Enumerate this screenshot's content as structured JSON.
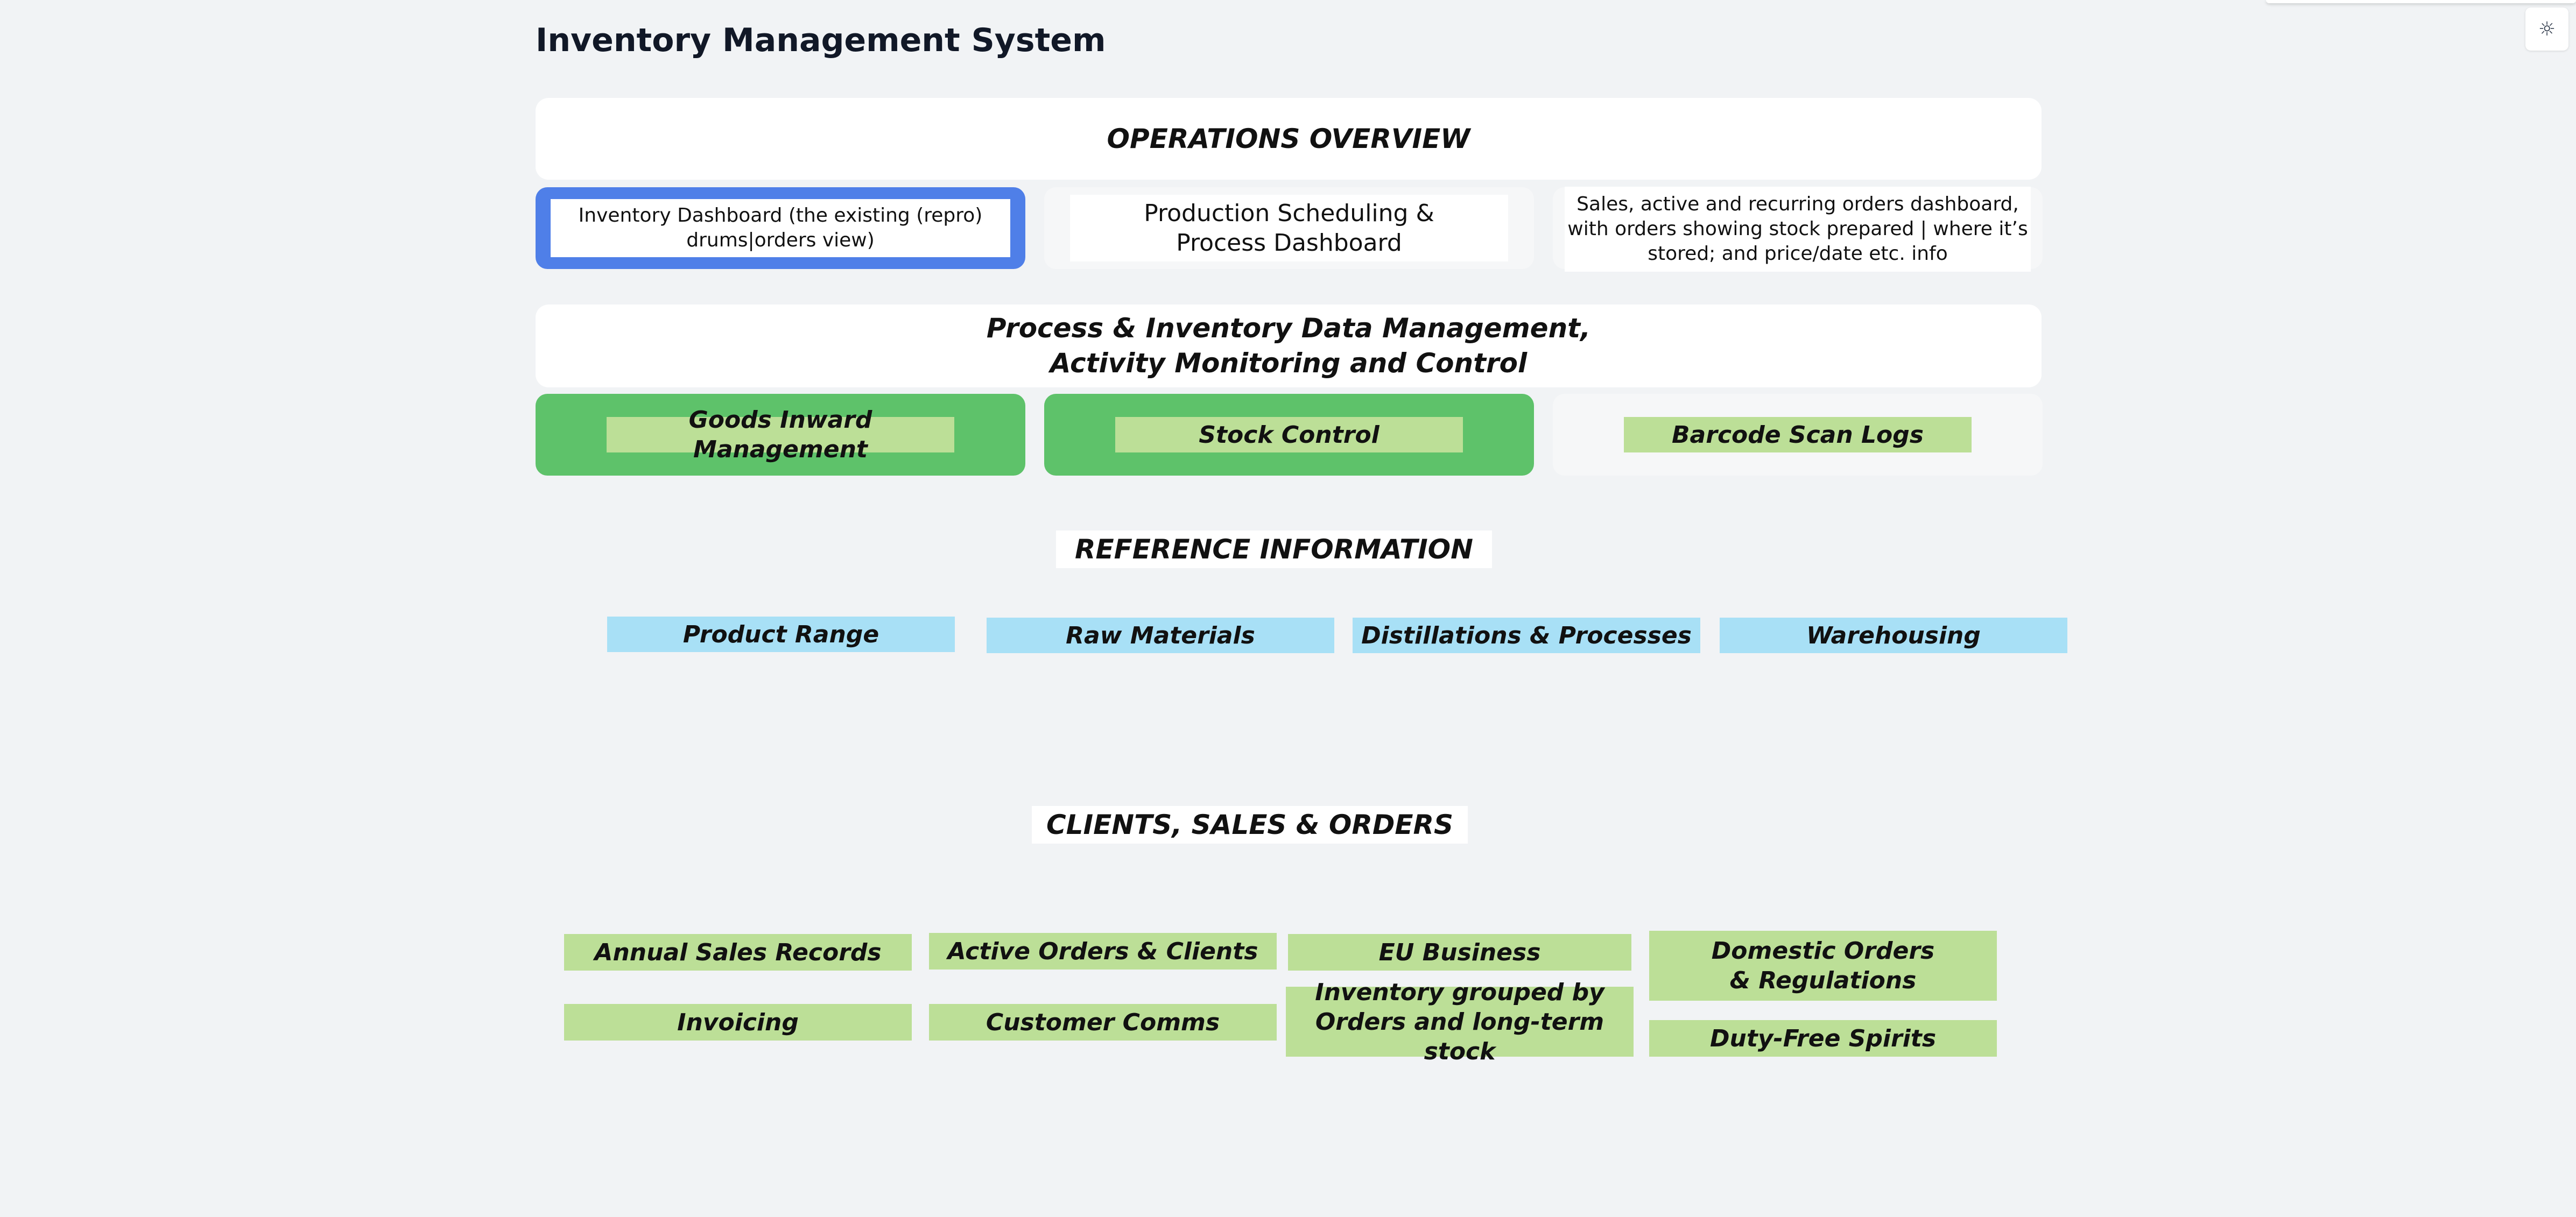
{
  "app": {
    "title": "Inventory Management System",
    "theme_toggle_icon": "sun-icon"
  },
  "operations": {
    "heading": "OPERATIONS OVERVIEW",
    "cards": [
      {
        "label": "Inventory Dashboard (the existing (repro) drums|orders view)",
        "state": "selected"
      },
      {
        "label": "Production Scheduling & Process Dashboard"
      },
      {
        "label": "Sales, active and recurring orders dashboard, with orders showing stock prepared | where it’s stored; and price/date etc. info"
      }
    ]
  },
  "process": {
    "heading": "Process & Inventory Data Management, Activity Monitoring and Control",
    "cards": [
      {
        "label": "Goods Inward Management"
      },
      {
        "label": "Stock Control"
      },
      {
        "label": "Barcode Scan Logs"
      }
    ]
  },
  "reference": {
    "heading": "REFERENCE INFORMATION",
    "items": [
      {
        "label": "Product Range"
      },
      {
        "label": "Raw Materials"
      },
      {
        "label": "Distillations & Processes"
      },
      {
        "label": "Warehousing"
      }
    ]
  },
  "clients": {
    "heading": "CLIENTS, SALES & ORDERS",
    "items": [
      {
        "label": "Annual Sales Records"
      },
      {
        "label": "Active Orders & Clients"
      },
      {
        "label": "EU Business"
      },
      {
        "label": "Domestic Orders & Regulations"
      },
      {
        "label": "Invoicing"
      },
      {
        "label": "Customer Comms"
      },
      {
        "label": "Inventory grouped by Orders and long-term stock"
      },
      {
        "label": "Duty-Free Spirits"
      }
    ]
  },
  "colors": {
    "background": "#f1f3f5",
    "selected_border": "#4f7fe8",
    "card_green": "#5ec26a",
    "label_green": "#bcdf97",
    "label_blue": "#a8e0f6"
  }
}
